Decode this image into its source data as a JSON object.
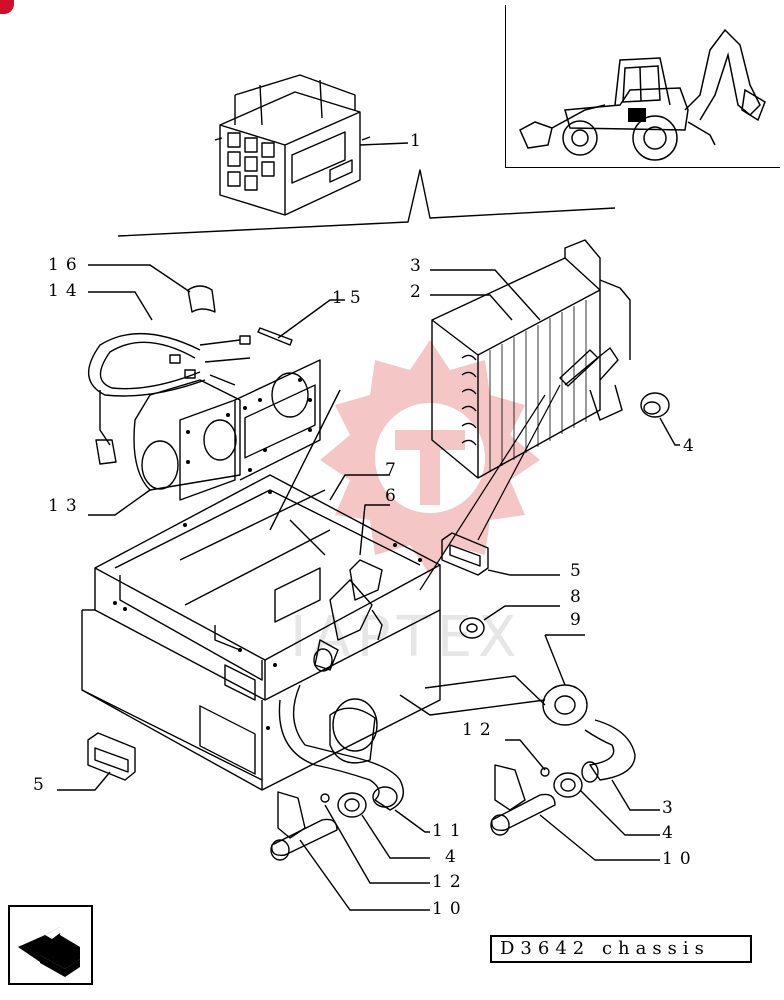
{
  "diagram": {
    "code": "D3642 chassis",
    "watermark": "IAPTEX",
    "callouts": {
      "c1": "1",
      "c2": "2",
      "c3a": "3",
      "c3b": "3",
      "c4a": "4",
      "c4b": "4",
      "c4c": "4",
      "c5a": "5",
      "c5b": "5",
      "c6": "6",
      "c7": "7",
      "c8": "8",
      "c9": "9",
      "c10a": "10",
      "c10b": "10",
      "c11": "11",
      "c12a": "12",
      "c12b": "12",
      "c13": "13",
      "c14": "14",
      "c15": "15",
      "c16": "16"
    },
    "icons": {
      "nav": "page-turn-arrow-icon",
      "machine": "backhoe-loader-icon",
      "watermark_logo": "gear-logo-icon"
    },
    "colors": {
      "line": "#000000",
      "watermark": "#f2c4c4",
      "accent": "#d0102a"
    }
  }
}
